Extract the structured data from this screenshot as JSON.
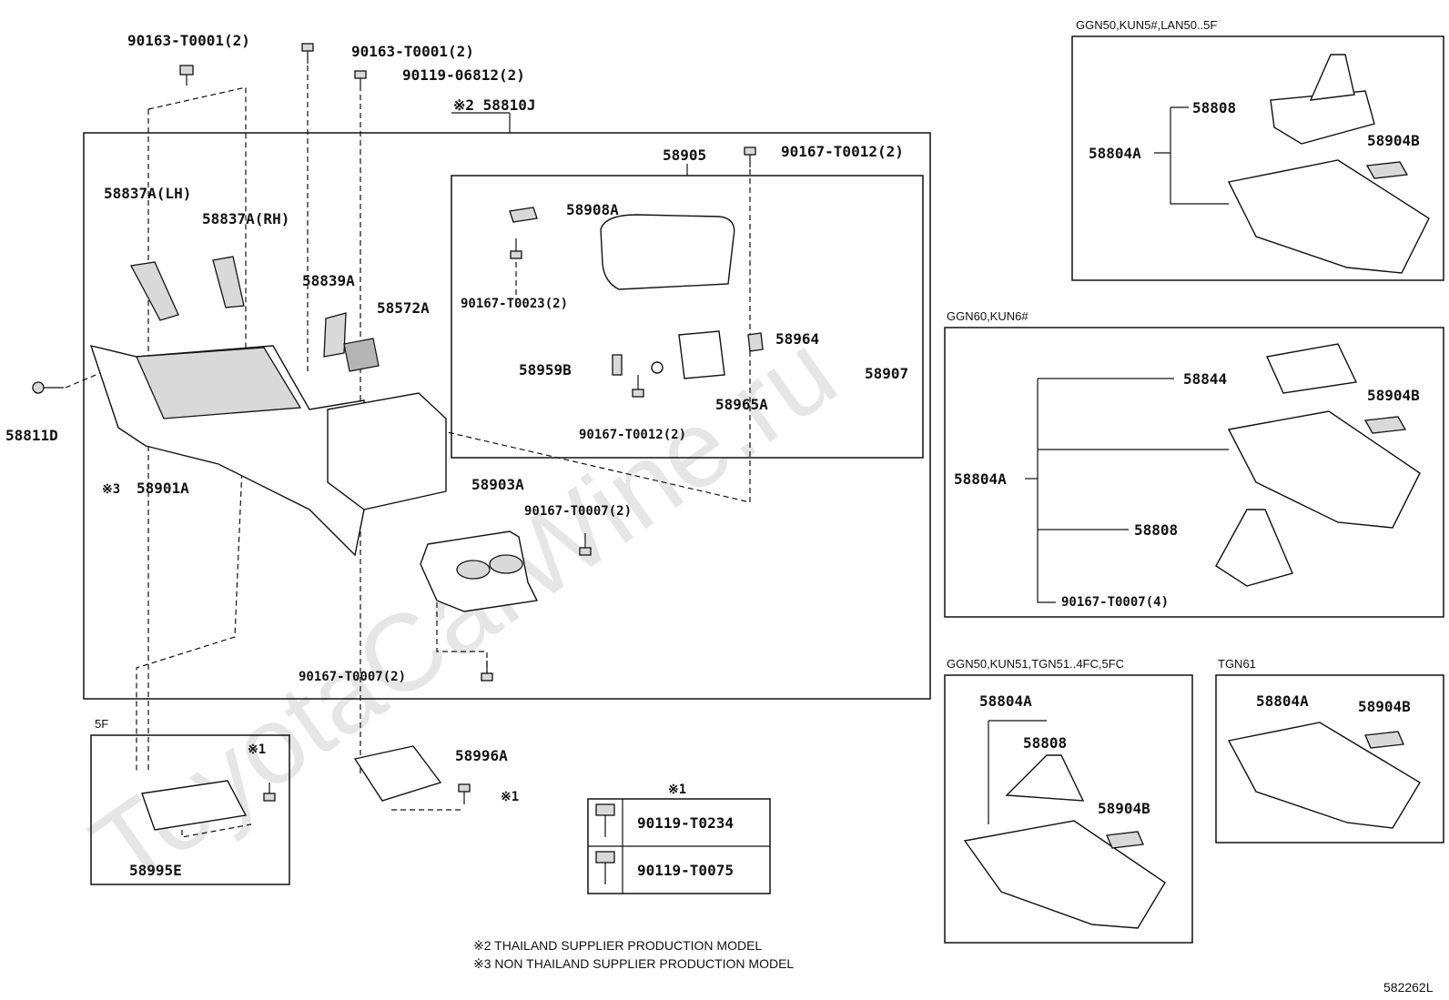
{
  "watermark": "ToyotaCarWine.ru",
  "diagram_code": "582262L",
  "section_headers": {
    "top_right": "GGN50,KUN5#,LAN50..5F",
    "mid_right": "GGN60,KUN6#",
    "bottom_left_right": "GGN50,KUN51,TGN51..4FC,5FC",
    "bottom_right": "TGN61",
    "small_5f": "5F"
  },
  "labels": {
    "l_90163_a": "90163-T0001(2)",
    "l_90163_b": "90163-T0001(2)",
    "l_90119_06812": "90119-06812(2)",
    "l_58810J": "※2 58810J",
    "l_58905": "58905",
    "l_90167_T0012_top": "90167-T0012(2)",
    "l_58837A_LH": "58837A(LH)",
    "l_58837A_RH": "58837A(RH)",
    "l_58908A": "58908A",
    "l_58839A": "58839A",
    "l_58572A": "58572A",
    "l_90167_T0023": "90167-T0023(2)",
    "l_58964": "58964",
    "l_58959B": "58959B",
    "l_58907": "58907",
    "l_58965A": "58965A",
    "l_90167_T0012_mid": "90167-T0012(2)",
    "l_58811D": "58811D",
    "l_58901A": "58901A",
    "l_58901A_mark": "※3",
    "l_58903A": "58903A",
    "l_90167_T0007_a": "90167-T0007(2)",
    "l_90167_T0007_b": "90167-T0007(2)",
    "l_58996A": "58996A",
    "l_mark1_a": "※1",
    "l_mark1_b": "※1",
    "l_58995E": "58995E",
    "tr_58808": "58808",
    "tr_58804A": "58804A",
    "tr_58904B": "58904B",
    "mr_58844": "58844",
    "mr_58904B": "58904B",
    "mr_58804A": "58804A",
    "mr_58808": "58808",
    "mr_90167": "90167-T0007(4)",
    "bl_58804A": "58804A",
    "bl_58808": "58808",
    "bl_58904B": "58904B",
    "br_58804A": "58804A",
    "br_58904B": "58904B"
  },
  "legend_table": {
    "title": "※1",
    "rows": [
      "90119-T0234",
      "90119-T0075"
    ]
  },
  "notes": [
    "※2 THAILAND SUPPLIER PRODUCTION MODEL",
    "※3 NON THAILAND SUPPLIER PRODUCTION MODEL"
  ]
}
